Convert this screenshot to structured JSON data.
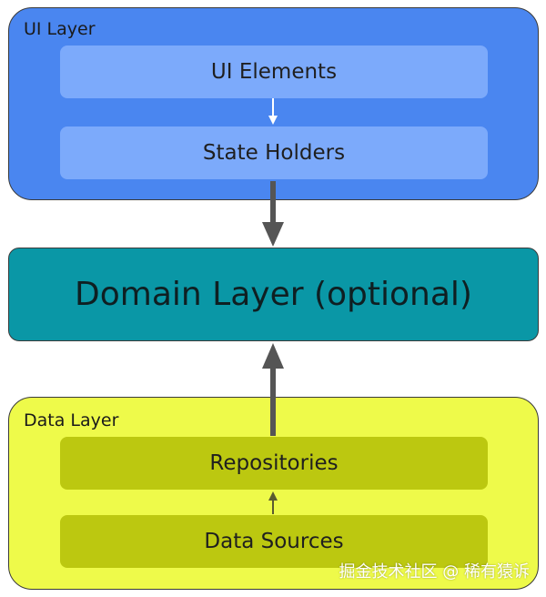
{
  "ui_layer": {
    "label": "UI Layer",
    "boxes": [
      "UI Elements",
      "State Holders"
    ],
    "color": "#4a86f0",
    "box_color": "#7caafb"
  },
  "domain_layer": {
    "label": "Domain Layer (optional)",
    "color": "#0a97a6"
  },
  "data_layer": {
    "label": "Data Layer",
    "boxes": [
      "Repositories",
      "Data Sources"
    ],
    "color": "#eefa4a",
    "box_color": "#bcc810"
  },
  "watermark": "掘金技术社区 @ 稀有猿诉"
}
